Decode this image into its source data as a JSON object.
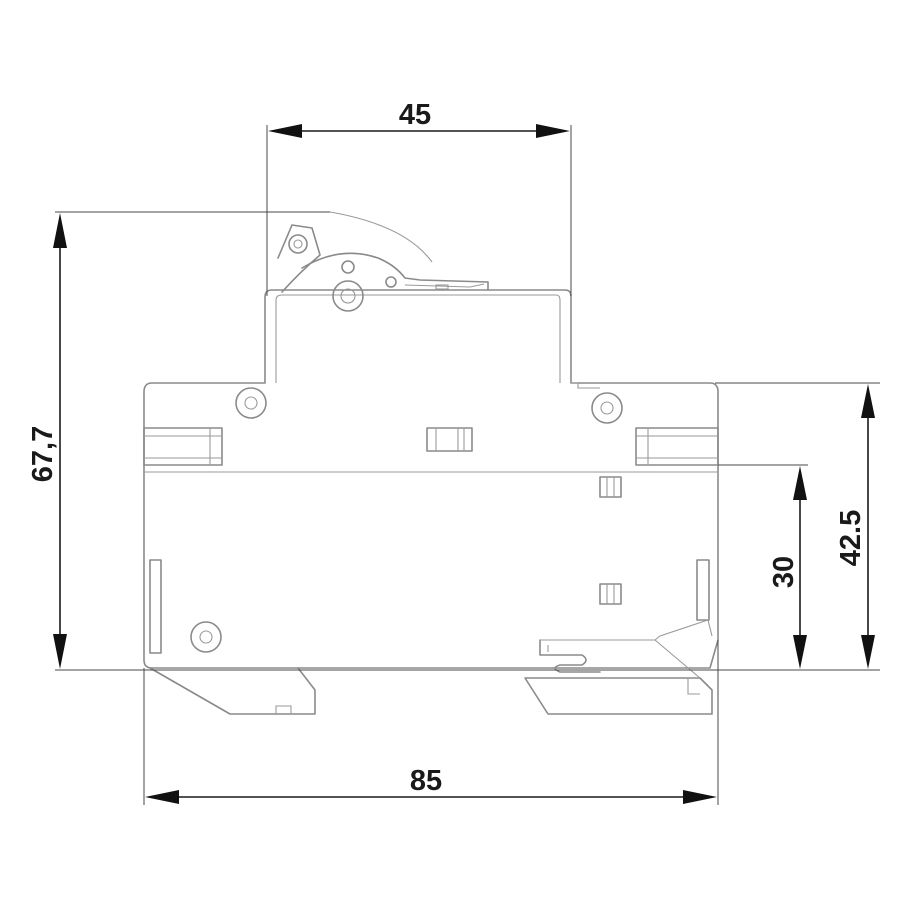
{
  "dimensions": {
    "top_width": "45",
    "total_height": "67,7",
    "body_width": "85",
    "body_height": "42.5",
    "rail_height": "30"
  }
}
